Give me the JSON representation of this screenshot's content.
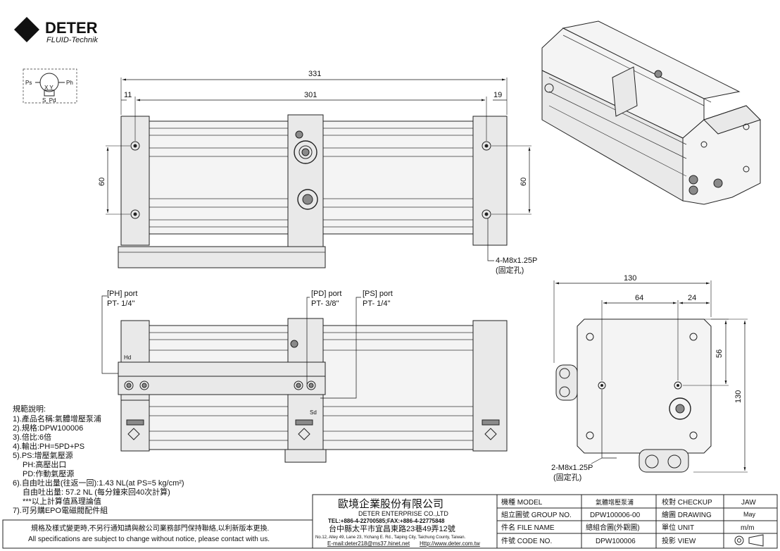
{
  "logo": {
    "brand": "DETER",
    "sub": "FLUID-Technik",
    "mark": "C"
  },
  "symbol": {
    "ps": "Ps",
    "ph": "Ph",
    "xy": "X Y",
    "spd": "S_Pd"
  },
  "top_view": {
    "dim_total": "331",
    "dim_inner": "301",
    "dim_left": "11",
    "dim_right": "19",
    "dim_left_v": "60",
    "dim_right_v": "60",
    "hole_note_1": "4-M8x1.25P",
    "hole_note_2": "(固定孔)"
  },
  "side_view": {
    "ph_port": "[PH] port",
    "ph_size": "PT- 1/4\"",
    "pd_port": "[PD] port",
    "pd_size": "PT- 3/8\"",
    "ps_port": "[PS] port",
    "ps_size": "PT- 1/4\"",
    "mark_ph": "Hd",
    "mark_ps": "Sd"
  },
  "end_view": {
    "dim_width": "130",
    "dim_64": "64",
    "dim_24": "24",
    "dim_56": "56",
    "dim_height": "130",
    "hole_note_1": "2-M8x1.25P",
    "hole_note_2": "(固定孔)"
  },
  "spec": {
    "title": "規範說明:",
    "lines": [
      "1).產品名稱:氣體增壓泵浦",
      "2).規格:DPW100006",
      "3).倍比:6倍",
      "4).輸出:PH=5PD+PS",
      "5).PS:增壓氣壓源",
      "PH:高壓出口",
      "PD:作動氣壓源",
      "6).自由吐出量(往返一回):1.43 NL(at PS=5 kg/cm²)",
      "自由吐出量: 57.2 NL (每分鐘來回40次計算)",
      "***以上計算值爲理論值",
      "7).可另購EPO電磁閥配件組"
    ]
  },
  "notice": {
    "zh": "規格及樣式變更時,不另行通知請與敝公司業務部門保持聯絡,以利新版本更換.",
    "en": "All specifications are subject to change without notice, please contact with us."
  },
  "company": {
    "name_zh": "歐境企業股份有限公司",
    "name_en": "DETER ENTERPRISE CO.,LTD",
    "tel": "TEL:+886-4-22700585;FAX:+886-4-22775848",
    "addr_zh": "台中縣太平市宜昌東路23巷49弄12號",
    "addr_en": "No.12, Alley 49, Lane 23, Yichang E. Rd., Taiping City, Taichung County, Taiwan.",
    "email": "E-mail:deter218@ms37.hinet.net",
    "web": "Http://www.deter.com.tw"
  },
  "title_block": {
    "model_label": "機種 MODEL",
    "model_value": "氣體增壓泵浦",
    "checkup_label": "校對 CHECKUP",
    "checkup_value": "JAW",
    "group_label": "組立圖號 GROUP NO.",
    "group_value": "DPW100006-00",
    "drawing_label": "繪圖 DRAWING",
    "drawing_value": "May",
    "file_label": "件名 FILE NAME",
    "file_value": "總組合圖(外觀圖)",
    "unit_label": "單位 UNIT",
    "unit_value": "m/m",
    "code_label": "件號 CODE NO.",
    "code_value": "DPW100006",
    "view_label": "投影 VIEW"
  }
}
